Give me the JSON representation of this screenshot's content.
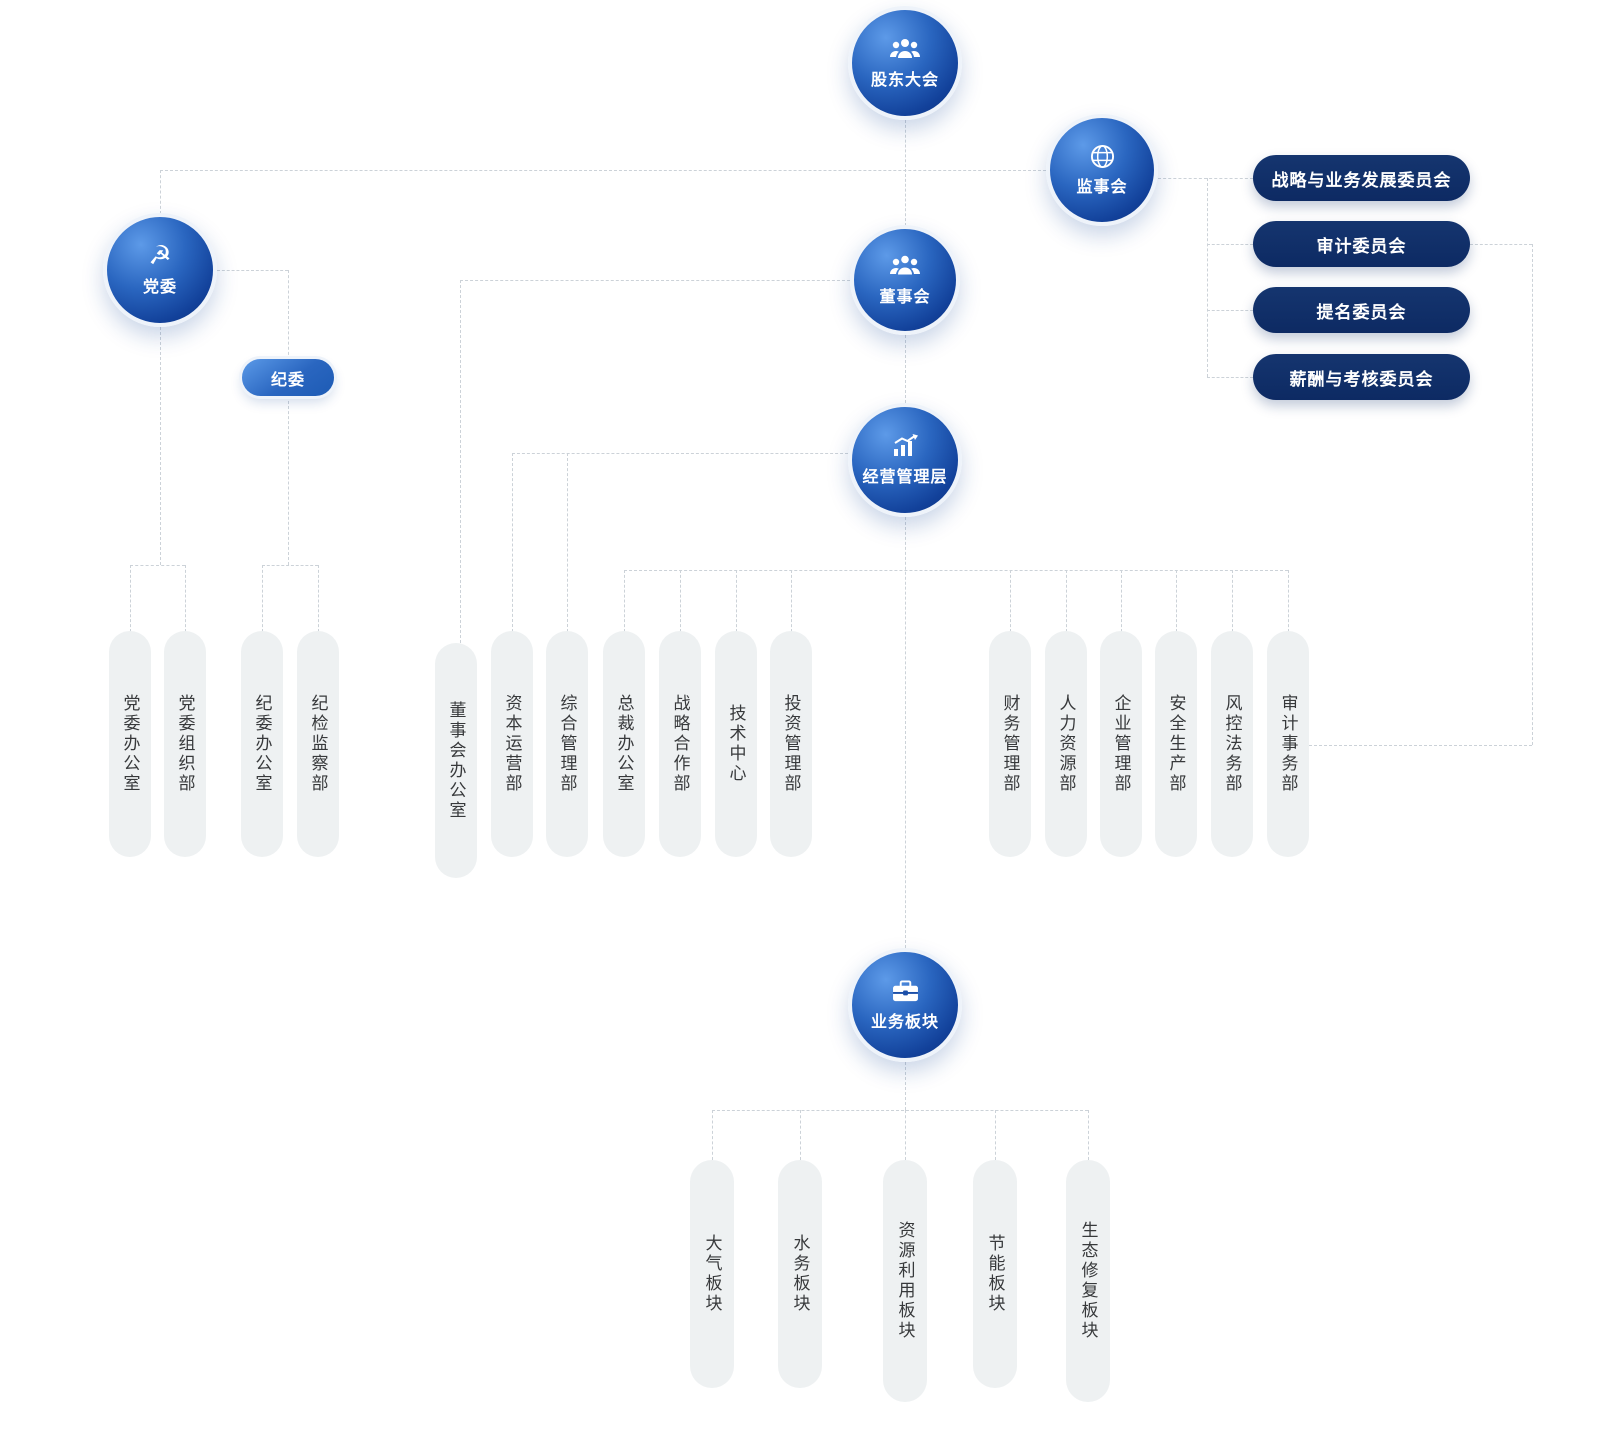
{
  "org": {
    "shareholders": "股东大会",
    "supervisory_board": "监事会",
    "party_committee": "党委",
    "board_of_directors": "董事会",
    "discipline_committee": "纪委",
    "management_team": "经营管理层",
    "business_segments": "业务板块"
  },
  "board_committees": [
    "战略与业务发展委员会",
    "审计委员会",
    "提名委员会",
    "薪酬与考核委员会"
  ],
  "party_departments": [
    "党委办公室",
    "党委组织部",
    "纪委办公室",
    "纪检监察部"
  ],
  "management_departments": [
    "董事会办公室",
    "资本运营部",
    "综合管理部",
    "总裁办公室",
    "战略合作部",
    "技术中心",
    "投资管理部"
  ],
  "functional_departments": [
    "财务管理部",
    "人力资源部",
    "企业管理部",
    "安全生产部",
    "风控法务部",
    "审计事务部"
  ],
  "business_units": [
    "大气板块",
    "水务板块",
    "资源利用板块",
    "节能板块",
    "生态修复板块"
  ],
  "icons": {
    "shareholders": "people-icon",
    "supervisory_board": "globe-icon",
    "party_committee": "party-emblem-icon",
    "board_of_directors": "meeting-icon",
    "management_team": "chart-growth-icon",
    "business_segments": "briefcase-icon",
    "party_emblem_glyph": "☭"
  },
  "colors": {
    "node_blue_light": "#5d9ae8",
    "node_blue_dark": "#0a2f78",
    "committee_navy": "#0d2a63",
    "mini_pill_blue": "#2a66c0",
    "capsule_gray": "#eef1f2",
    "connector_gray": "#ccd2d8",
    "capsule_text": "#37393b",
    "node_text": "#ffffff"
  }
}
